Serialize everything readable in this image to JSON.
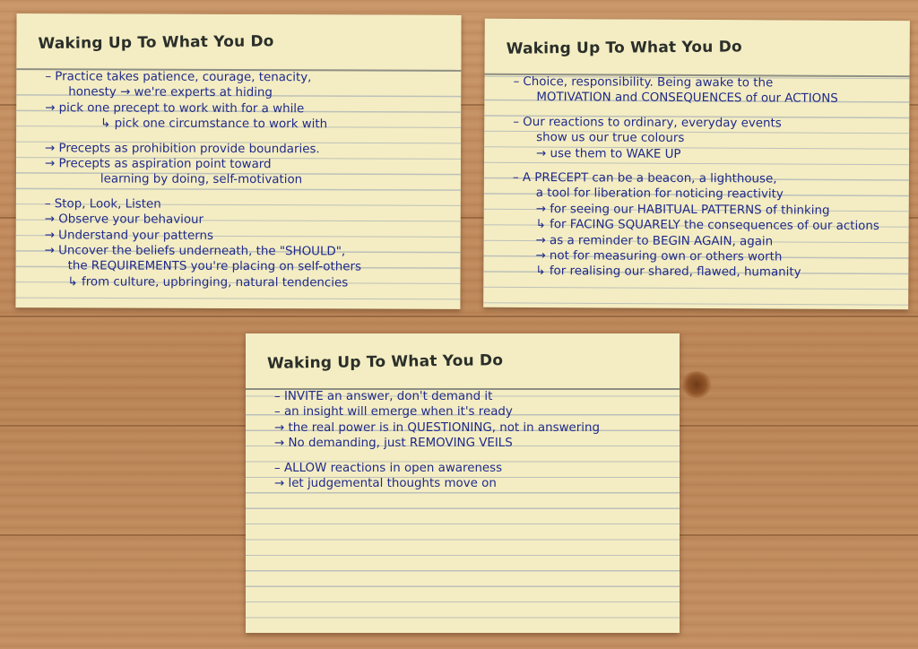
{
  "cards": [
    {
      "title": "Waking Up To What You Do",
      "lines": [
        "– Practice takes patience, courage, tenacity,",
        "honesty → we're experts at hiding",
        "→ pick one precept to work with for a while",
        "↳ pick one circumstance to work with",
        "",
        "→ Precepts as prohibition provide boundaries.",
        "→ Precepts as aspiration point toward",
        "learning by doing, self-motivation",
        "",
        "– Stop, Look, Listen",
        "→ Observe your behaviour",
        "→ Understand your patterns",
        "→ Uncover the beliefs underneath, the \"SHOULD\",",
        "the REQUIREMENTS you're placing on self-others",
        "↳ from culture, upbringing, natural tendencies"
      ]
    },
    {
      "title": "Waking Up To What You Do",
      "lines": [
        "– Choice, responsibility. Being awake to the",
        "MOTIVATION and CONSEQUENCES of our ACTIONS",
        "",
        "– Our reactions to ordinary, everyday events",
        "show us our true colours",
        "→ use them to WAKE UP",
        "",
        "– A PRECEPT can be a beacon, a lighthouse,",
        "a tool for liberation for noticing reactivity",
        "→ for seeing our HABITUAL PATTERNS of thinking",
        "↳ for FACING SQUARELY the consequences of our actions",
        "→ as a reminder to BEGIN AGAIN, again",
        "→ not for measuring own or others worth",
        "↳ for realising our shared, flawed, humanity"
      ]
    },
    {
      "title": "Waking Up To What You Do",
      "lines": [
        "– INVITE an answer, don't demand it",
        "– an insight will emerge when it's ready",
        "→ the real power is in QUESTIONING, not in answering",
        "→ No demanding, just REMOVING VEILS",
        "",
        "– ALLOW reactions in open awareness",
        "→ let judgemental thoughts move on"
      ]
    }
  ]
}
